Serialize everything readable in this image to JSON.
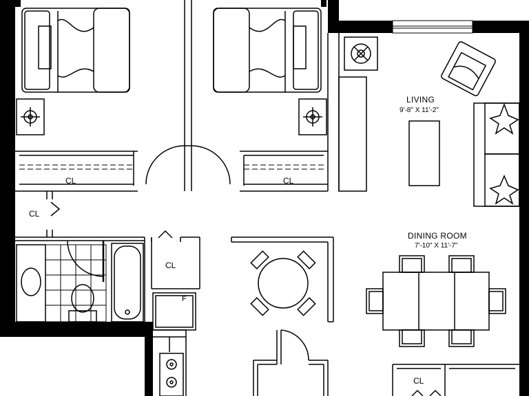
{
  "plan": {
    "rooms": [
      {
        "id": "living",
        "name": "LIVING",
        "dimensions": "9'-8\" X 11'-2\""
      },
      {
        "id": "dining",
        "name": "DINING ROOM",
        "dimensions": "7'-10\" X 11'-7\""
      }
    ],
    "closets": [
      "CL",
      "CL",
      "CL",
      "CL",
      "CL"
    ],
    "fridge_mark": "F"
  },
  "colors": {
    "wall": "#000000",
    "line": "#000000",
    "background": "#ffffff"
  }
}
